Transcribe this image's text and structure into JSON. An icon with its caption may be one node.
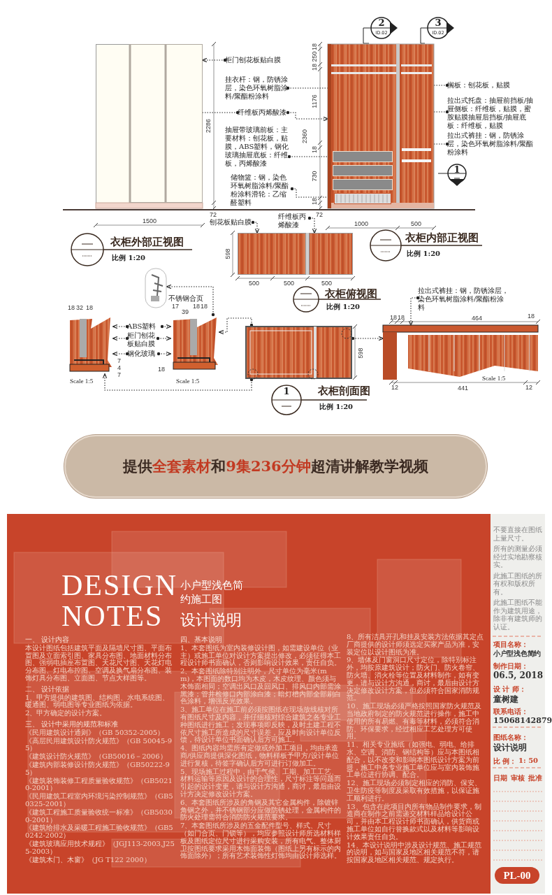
{
  "diagram": {
    "nodes": [
      {
        "text": [
          "柜门刨花板贴白膜"
        ]
      },
      {
        "text": [
          "挂衣杆：钢，防锈涂层，染色环氧树脂涂料/聚酯粉涂料"
        ]
      },
      {
        "text": [
          "纤维板丙烯酸漆"
        ]
      },
      {
        "text": [
          "抽屉带玻璃前板：主要材料：刨花板，贴膜，ABS塑料，钢化玻璃抽屉底板：纤维板，丙烯酸漆"
        ]
      },
      {
        "text": [
          "储物篮：钢，染色环氧树脂涂料/聚酯粉涂料滑轮：乙缩醛塑料"
        ]
      },
      {
        "text": [
          "搁板：刨花板，贴膜"
        ]
      },
      {
        "text": [
          "拉出式托盘：抽屉前挡板/抽屉侧板：纤维板，贴膜，蜜胺贴膜抽屉后挡板/抽屉底板：纤维板，贴膜"
        ]
      },
      {
        "text": [
          "拉出式裤挂：钢，防锈涂层，染色环氧树脂涂料/聚酯粉涂料"
        ]
      },
      {
        "text": [
          "刨花板贴白膜"
        ]
      },
      {
        "text": [
          "纤维板丙烯酸漆"
        ]
      },
      {
        "text": [],
        "shape": "picture",
        "beside": [
          "不锈钢合页"
        ]
      },
      {
        "text": [
          "ABS塑料"
        ]
      },
      {
        "text": [
          "柜门刨花板贴白膜"
        ]
      },
      {
        "text": [
          "钢化玻璃"
        ]
      },
      {
        "text": [
          "拉出式裤挂：钢，防锈涂层，染色环氧树脂涂料/聚酯粉涂料"
        ]
      },
      {
        "text": [],
        "shape": "picture",
        "beside": [
          "Scale 1:5"
        ]
      },
      {
        "text": [],
        "shape": "picture",
        "beside": [
          "Scale 1:5"
        ]
      },
      {
        "text": [],
        "shape": "picture"
      },
      {
        "text": [],
        "shape": "picture",
        "beside": [
          "Scale 1:5"
        ]
      },
      {
        "text": [
          "提供**全套素材**和**9集236分钟**超清讲解教学视频"
        ]
      },
      {
        "text": [
          "PL-00"
        ]
      },
      {
        "text": [],
        "shape": "picture"
      },
      {
        "text": [],
        "shape": "picture"
      },
      {
        "text": [],
        "shape": "picture"
      },
      {
        "text": [],
        "shape": "box",
        "in": 21
      },
      {
        "text": [],
        "shape": "box",
        "in": 21
      },
      {
        "text": [],
        "shape": "bar",
        "in": 22
      },
      {
        "text": [],
        "shape": "bar",
        "in": 22
      },
      {
        "text": [],
        "shape": "box",
        "in": 22
      },
      {
        "text": [],
        "shape": "box",
        "in": 22
      },
      {
        "text": [],
        "shape": "bar",
        "in": 22
      },
      {
        "text": [],
        "shape": "bar",
        "in": 22
      },
      {
        "text": [],
        "shape": "bar",
        "in": 22
      },
      {
        "text": [],
        "shape": "box",
        "in": 23
      },
      {
        "text": [],
        "shape": "box",
        "in": 23
      },
      {
        "text": [],
        "shape": "box",
        "in": 22
      },
      {
        "text": [],
        "shape": "box",
        "in": 22
      }
    ],
    "edges": [
      {
        "from": 0,
        "to": 25,
        "arrow": "to"
      },
      {
        "from": 1,
        "to": 26,
        "arrow": "to"
      },
      {
        "from": 2,
        "to": 24,
        "arrow": "to"
      },
      {
        "from": 2,
        "to": 27,
        "arrow": "to"
      },
      {
        "from": 3,
        "to": 28,
        "arrow": "to"
      },
      {
        "from": 4,
        "to": 36,
        "arrow": "to"
      },
      {
        "from": 5,
        "to": 30,
        "arrow": "to"
      },
      {
        "from": 6,
        "to": 31,
        "arrow": "to"
      },
      {
        "from": 7,
        "to": 32,
        "arrow": "to"
      },
      {
        "from": 8,
        "to": 33,
        "arrow": "to"
      },
      {
        "from": 9,
        "to": 34,
        "arrow": "to"
      },
      {
        "from": 11,
        "to": 15,
        "arrow": "to"
      },
      {
        "from": 11,
        "to": 16,
        "arrow": "to"
      },
      {
        "from": 12,
        "to": 15,
        "arrow": "to"
      },
      {
        "from": 12,
        "to": 16,
        "arrow": "to"
      },
      {
        "from": 13,
        "to": 15,
        "arrow": "to"
      },
      {
        "from": 13,
        "to": 16,
        "arrow": "to"
      },
      {
        "from": 14,
        "to": 18,
        "arrow": "to"
      },
      {
        "from": 17,
        "to": 15,
        "arrow": "to"
      },
      {
        "from": 17,
        "to": 16,
        "arrow": "to"
      },
      {
        "from": 17,
        "to": 18,
        "arrow": "to"
      },
      {
        "from": 16,
        "to": 10,
        "arrow": "to"
      }
    ],
    "labels": [
      "2",
      "ID.02",
      "3",
      "ID.02",
      "1",
      "2286",
      "18",
      "250",
      "18",
      "1176",
      "2360",
      "18",
      "730",
      "18",
      "72",
      "72",
      "1500",
      "1000",
      "500",
      "衣柜外部正视图",
      "比例 1:20",
      "598",
      "衣柜内部正视图",
      "比例 1:20",
      "500",
      "500",
      "500",
      "衣柜俯视图",
      "比例 1:20",
      "18",
      "32",
      "18",
      "17",
      "39",
      "18",
      "18",
      "7",
      "4",
      "7",
      "18",
      "598",
      "1",
      "衣柜剖面图",
      "比例 1:20",
      "18",
      "18",
      "464",
      "18",
      "12",
      "441",
      "12",
      "DESIGN",
      "NOTES",
      "小户型浅色简约施工图",
      "设计说明",
      "一、 设计内容",
      "本设计图纸包括建筑平面及隔墙尺寸图、平面布置图及立面索引图、家具分布图、地面材料分布图、强弱电插座布置图、天花尺寸图、天花灯电分布图、灯电布控图、空调及换气扇分布图、装饰灯具分布图、立面图、节点大样图等。",
      "二、 设计依据",
      "1、甲方提供的建筑图、结构图、水电系统图、暖通图、弱电图等专业图纸为依据。",
      "2、甲方确定的设计方案。",
      "三、 设计中采用的规范和标准",
      "《民用建筑设计通则》（GB 50352-2005）",
      "《高层民用建筑设计防火规范》（GB 50045-95）",
      "《建筑设计防火规范》（GB50016－2006）",
      "《建筑内部装修设计防火规范》（GB50222-95）",
      "《建筑装饰装修工程质量验收规范》（GB50210-2001）",
      "《民用建筑工程室内环境污染控制规范》（GB50325-2001）",
      "《建筑工程施工质量验收统一标准》（GB50300-2001）",
      "《建筑给排水及采暖工程施工验收规范》（GB50242-2002）",
      "《建筑玻璃应用技术规程》（JGJ113-2003,J255-2003）",
      "《建筑木门、木窗》（JG T122 2000）",
      "四、基本说明",
      "1、本套图纸为室内装修设计图，如需建设单位（业主）或施工单位对设计方案提出修改，必须征得本工程设计师书面确认，否则影响设计效果，责任自负。",
      "2、本套图纸除特别注明外，尺寸单位为毫米(mm)，本图面的数口均为木皮，木皮纹理、颜色须与木饰面相同；空调出风口及回风口、排风口内部需涂黑漆；管井检修口内部涂白漆；暗灯槽内部全部刷白色涂料，增强反光效果。",
      "3、施工单位在施工前必须按图纸在现场放线核对所有图纸尺寸及内容，并仔细核对综合建筑之各专业工种图纸进行施工；发现事项即反映，及时土建工程不依尺寸施工所造成的尺寸误差，应及时向设计单位反馈，待设计单位书面确认后方可施工。",
      "4、图纸内容均需所有定做或外加工项目，均由承造商/供应商提供深化图纸，物料样板予甲方/设计单位进行复核，待签字确认后方可进行订做加工。",
      "5、现场施工过程中，由于气候、工期、加工工艺、材料运输等原因及设计的合理性，尺寸标注等问题而引起的设计变更，请与设计方沟通，商讨，最后由设计方决定修改设计方案。",
      "6、本套图纸所涉及的角钢及其它金属构件，除镀锌角钢之外，并不锈钢部分应做防锈处理，金属构件的防火处理需符合消防防火规范要求。",
      "7、本套图纸所涉及的五金配件型号、样式、尺寸（如门合页、门锁等），均应参照设计师所选材料样板及图纸定位尺寸进行采购安装，所有电气、整体厨卫按图纸要求采用木饰面装饰（图纸上另有标示的内饰面除外）；所有艺术装饰性灯饰均由设计师选样。",
      "8、所有洁具开孔和挂及安装方法依据其定点厂商提供的设计师须选定买家产品为准，安装定位以设计图纸为准。",
      "9、墙体及门窗洞口尺寸定位，除特别标注外，均按原建筑设计；防火门、防火卷帘、防火墙、消火栓等位置及材料制作，如有变更，请与设计方沟通，商讨，最后由设计方决定修改设计方案，但必须符合国家消防规范。",
      "10、施工现场必须严格按照国家防火规范及当地政府制定的防火规范进行操作，施工中使用的所有易燃、有毒等材料，必须符合消防、环保要求，经过相应工艺处理方可使用。",
      "11、相关专业施纸（如强电、弱电、给排水、空调、消防、钢结构等）应与本图纸相配合，以不改变和影响本图纸设计方案为前提，施工中各专业施工单位应与室内装饰施工单位进行协调、配合。",
      "12、施工现场必须制定相应的消防、保安、卫生防疫等制度及采取有效措施，以保证施工顺利进行。",
      "13、包含在此项目内所有物品制作要求，制造商在制作之前需递交材料样品给设计公司，并由本工程设计师书面确认，供货商或施工单位如自行替换款式以及材料等影响设计效果责任自负。",
      "14、本设计说明中涉及设计规范、施工规范的说明，如与国家及地区相关规范不符，请按国家及地区相关规范、规定执行。",
      "不要直接在图纸上量尺寸。",
      "所有的测量必须经过实地勘察核实。",
      "此施工图纸的所有权和版权所有。",
      "此施工图纸不能作为建筑用途，除非有建筑师的认证。",
      "项目名称：",
      "小户型浅色简约",
      "制作日期：",
      "06.5, 2018",
      "设 计 师：",
      "童树建",
      "联系电话：",
      "15068142879",
      "图纸名称：",
      "设计说明",
      "比 例：",
      "1: 50",
      "日期",
      "审核",
      "批准"
    ]
  }
}
